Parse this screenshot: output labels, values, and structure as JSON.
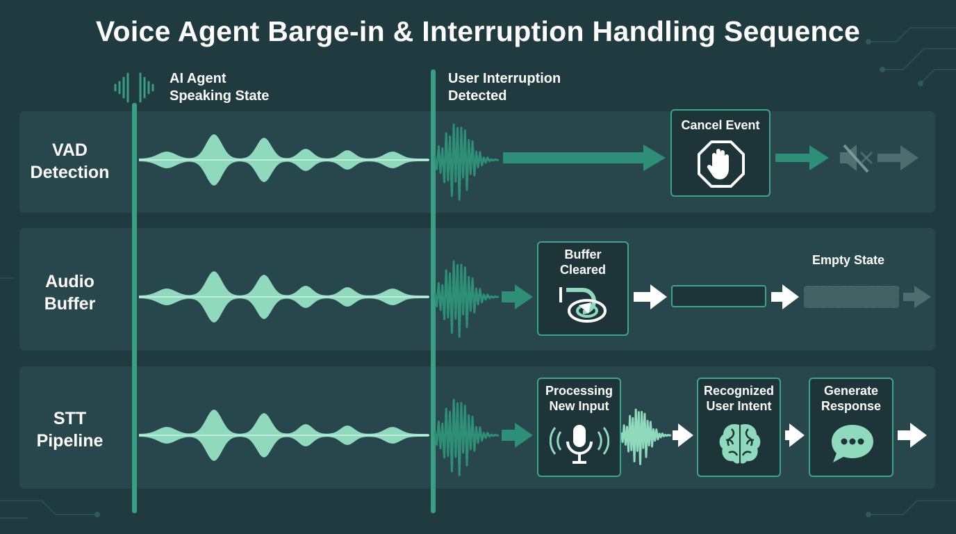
{
  "title": "Voice Agent Barge-in & Interruption Handling Sequence",
  "headers": {
    "agent": [
      "AI Agent",
      "Speaking State"
    ],
    "interrupt": [
      "User Interruption",
      "Detected"
    ]
  },
  "lanes": [
    {
      "label": [
        "VAD",
        "Detection"
      ]
    },
    {
      "label": [
        "Audio",
        "Buffer"
      ]
    },
    {
      "label": [
        "STT",
        "Pipeline"
      ]
    }
  ],
  "vad": {
    "cancel_label": "Cancel Event"
  },
  "buffer": {
    "cleared_label": [
      "Buffer",
      "Cleared"
    ],
    "empty_label": "Empty State"
  },
  "stt": {
    "processing_label": [
      "Processing",
      "New Input"
    ],
    "intent_label": [
      "Recognized",
      "User Intent"
    ],
    "response_label": [
      "Generate",
      "Response"
    ]
  },
  "colors": {
    "background": "#1f3b3f",
    "lane": "#28474d",
    "accent": "#3a9e82",
    "wave_light": "#8fd9bc",
    "wave_dark": "#2e8f77",
    "arrow_white": "#ffffff"
  },
  "icons": [
    "waveform-icon",
    "stop-hand-icon",
    "mute-icon",
    "buffer-clear-icon",
    "microphone-icon",
    "brain-icon",
    "chat-bubble-icon"
  ]
}
